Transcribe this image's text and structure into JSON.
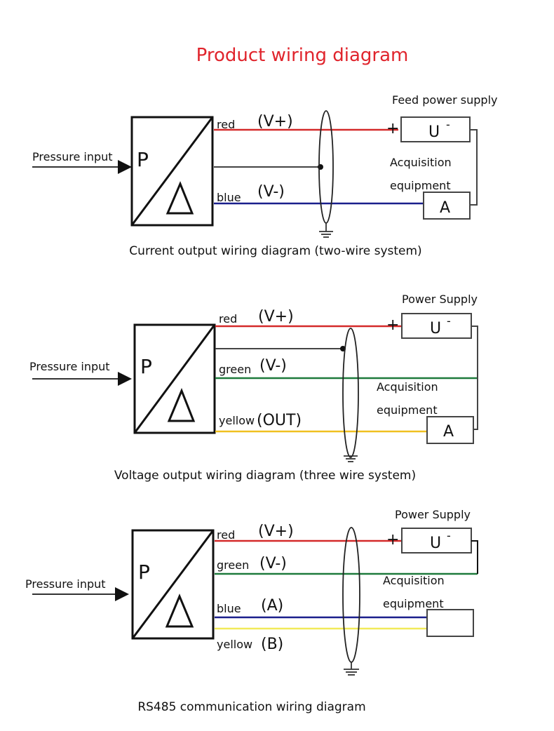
{
  "title": "Product wiring diagram",
  "colors": {
    "title": "#e0242c",
    "red": "#d42a2a",
    "blue": "#1a1f8c",
    "green": "#1e7a3c",
    "yellow_out": "#f0c020",
    "yellow_b": "#f2ea5a",
    "shield": "#444444"
  },
  "common": {
    "input_label": "Pressure input",
    "sensor_symbol": "P",
    "delta_symbol": "Δ",
    "plus_sign": "+",
    "supply_symbol": "U",
    "minus_sign": "-",
    "acq_label_line1": "Acquisition",
    "acq_label_line2": "equipment",
    "ammeter_symbol": "A"
  },
  "diagrams": [
    {
      "caption": "Current output wiring diagram (two-wire system)",
      "supply_label": "Feed power supply",
      "wires": [
        {
          "color_name": "red",
          "signal": "(V+)"
        },
        {
          "color_name": "blue",
          "signal": "(V-)"
        }
      ]
    },
    {
      "caption": "Voltage output wiring diagram (three wire system)",
      "supply_label": "Power Supply",
      "wires": [
        {
          "color_name": "red",
          "signal": "(V+)"
        },
        {
          "color_name": "green",
          "signal": "(V-)"
        },
        {
          "color_name": "yellow",
          "signal": "(OUT)"
        }
      ]
    },
    {
      "caption": "RS485 communication wiring diagram",
      "supply_label": "Power Supply",
      "wires": [
        {
          "color_name": "red",
          "signal": "(V+)"
        },
        {
          "color_name": "green",
          "signal": "(V-)"
        },
        {
          "color_name": "blue",
          "signal": "(A)"
        },
        {
          "color_name": "yellow",
          "signal": "(B)"
        }
      ]
    }
  ]
}
